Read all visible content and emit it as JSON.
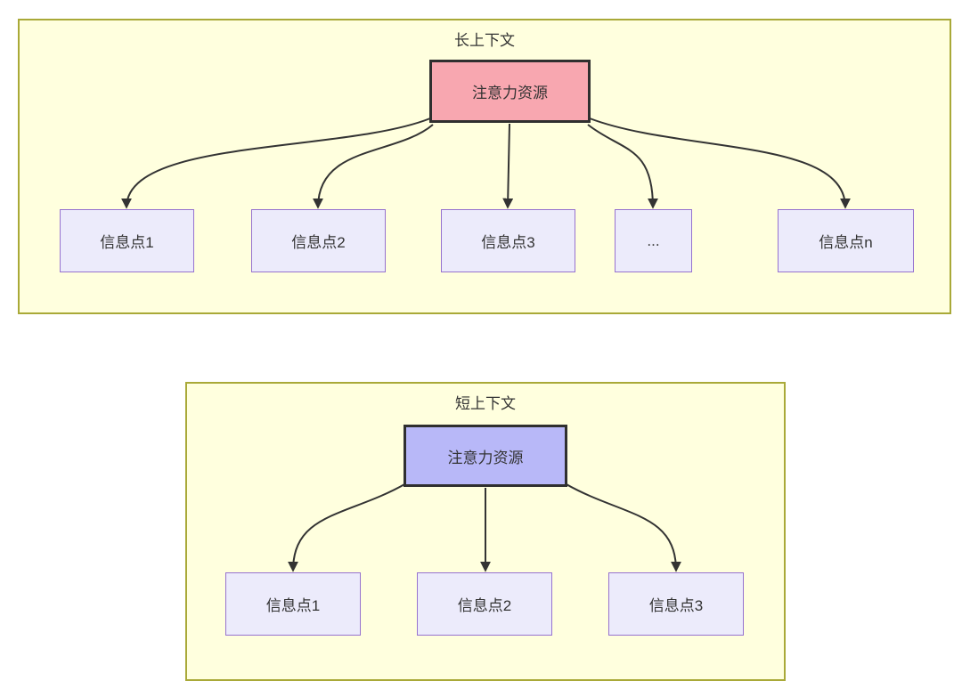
{
  "diagram": {
    "type": "attention-allocation-comparison",
    "colors": {
      "section_background": "#ffffde",
      "section_border": "#a9a938",
      "attention_long_fill": "#f8a7b0",
      "attention_short_fill": "#b8b8f8",
      "attention_border": "#2f2f2f",
      "info_fill": "#ecebfb",
      "info_border": "#9672cf",
      "edge": "#333333",
      "text": "#333333"
    },
    "sections": [
      {
        "id": "long-context",
        "title": "长上下文",
        "attention_label": "注意力资源",
        "targets": [
          "信息点1",
          "信息点2",
          "信息点3",
          "...",
          "信息点n"
        ]
      },
      {
        "id": "short-context",
        "title": "短上下文",
        "attention_label": "注意力资源",
        "targets": [
          "信息点1",
          "信息点2",
          "信息点3"
        ]
      }
    ]
  }
}
